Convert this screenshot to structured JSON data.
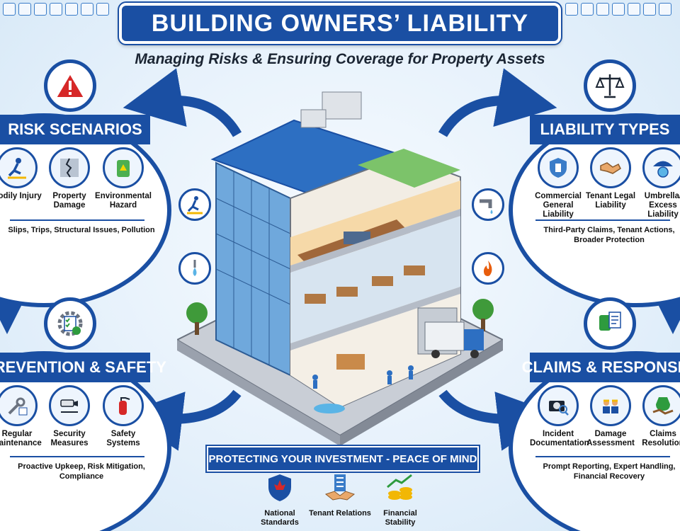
{
  "title": "BUILDING OWNERS’ LIABILITY",
  "subtitle": "Managing Risks & Ensuring Coverage for Property Assets",
  "colors": {
    "primary": "#1a4fa3",
    "accent": "#3a7cc8",
    "warning": "#d62828",
    "background": "#e8f2fb"
  },
  "panels": {
    "risk": {
      "title": "RISK SCENARIOS",
      "badge_icon": "warning-triangle-icon",
      "items": [
        {
          "icon": "slip-fall-icon",
          "label": "Bodily Injury"
        },
        {
          "icon": "cracked-wall-icon",
          "label": "Property Damage"
        },
        {
          "icon": "hazard-barrel-icon",
          "label": "Environmental Hazard"
        }
      ],
      "caption": "Slips, Trips, Structural Issues, Pollution"
    },
    "liability": {
      "title": "LIABILITY TYPES",
      "badge_icon": "scales-icon",
      "items": [
        {
          "icon": "shield-building-icon",
          "label": "Commercial General Liability"
        },
        {
          "icon": "handshake-icon",
          "label": "Tenant Legal Liability"
        },
        {
          "icon": "umbrella-globe-icon",
          "label": "Umbrella/ Excess Liability"
        }
      ],
      "caption": "Third-Party Claims, Tenant Actions, Broader Protection"
    },
    "prevention": {
      "title": "PREVENTION & SAFETY",
      "badge_icon": "checklist-gear-icon",
      "items": [
        {
          "icon": "wrench-calendar-icon",
          "label": "Regular Maintenance"
        },
        {
          "icon": "security-camera-icon",
          "label": "Security Measures"
        },
        {
          "icon": "fire-extinguisher-icon",
          "label": "Safety Systems"
        }
      ],
      "caption": "Proactive Upkeep, Risk Mitigation, Compliance"
    },
    "claims": {
      "title": "CLAIMS & RESPONSE",
      "badge_icon": "phone-document-icon",
      "items": [
        {
          "icon": "camera-magnifier-icon",
          "label": "Incident Documentation"
        },
        {
          "icon": "assessors-icon",
          "label": "Damage Assessment"
        },
        {
          "icon": "money-handshake-icon",
          "label": "Claims Resolution"
        }
      ],
      "caption": "Prompt Reporting, Expert Handling, Financial Recovery"
    }
  },
  "footer": {
    "banner": "PROTECTING YOUR INVESTMENT - PEACE OF MIND",
    "items": [
      {
        "icon": "maple-leaf-shield-icon",
        "label": "National Standards"
      },
      {
        "icon": "building-handshake-icon",
        "label": "Tenant Relations"
      },
      {
        "icon": "coins-growth-icon",
        "label": "Financial Stability"
      }
    ]
  },
  "building_callouts": [
    "slip-hazard-icon",
    "water-leak-icon",
    "pipe-leak-icon",
    "fire-icon"
  ]
}
